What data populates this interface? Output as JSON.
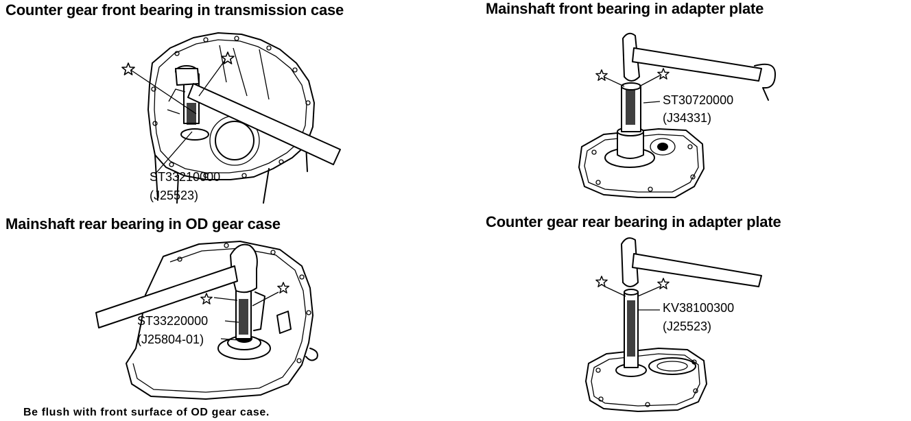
{
  "panels": [
    {
      "title": "Counter gear front bearing in transmission case",
      "tool_number": "ST33210000",
      "tool_alt": "(J25523)"
    },
    {
      "title": "Mainshaft front bearing in adapter plate",
      "tool_number": "ST30720000",
      "tool_alt": "(J34331)"
    },
    {
      "title": "Mainshaft rear bearing in OD gear case",
      "tool_number": "ST33220000",
      "tool_alt": "(J25804-01)",
      "note": "Be flush with front surface of OD gear case."
    },
    {
      "title": "Counter gear rear bearing in adapter plate",
      "tool_number": "KV38100300",
      "tool_alt": "(J25523)"
    }
  ]
}
